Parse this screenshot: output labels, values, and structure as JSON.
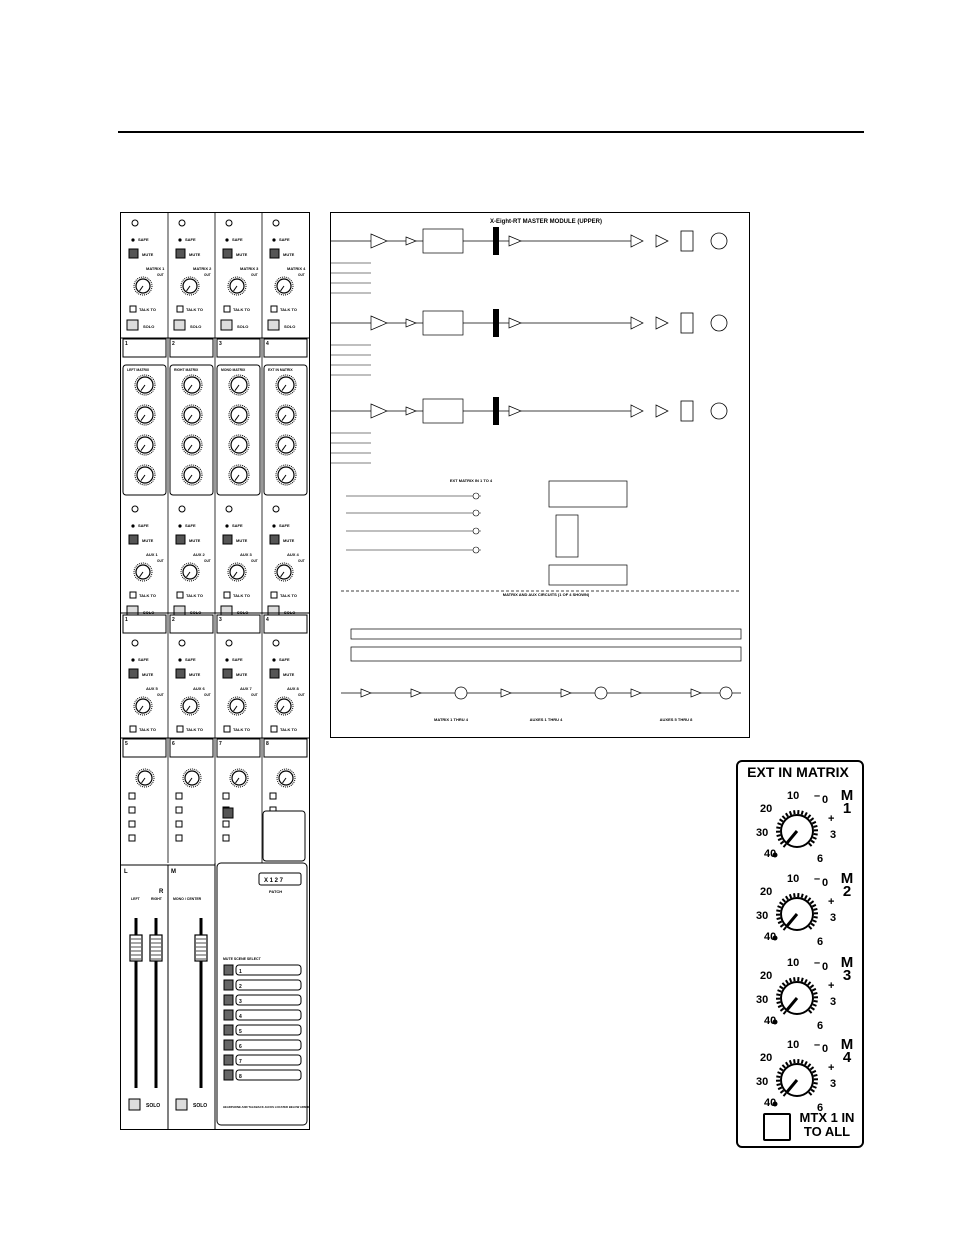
{
  "schematic": {
    "title": "X-Eight-RT MASTER MODULE (UPPER)",
    "matrix_section_label": "EXT MATRIX IN 1 TO 4",
    "lower_section_label": "MATRIX AND AUX CIRCUITS (1 OF 4 SHOWN)",
    "bottom_labels": [
      "MATRIX 1 THRU 4",
      "AUXES 1 THRU 4",
      "AUXES 5 THRU 8"
    ]
  },
  "ext_in_matrix": {
    "title": "EXT IN MATRIX",
    "knobs": [
      {
        "m": "M",
        "n": "1"
      },
      {
        "m": "M",
        "n": "2"
      },
      {
        "m": "M",
        "n": "3"
      },
      {
        "m": "M",
        "n": "4"
      }
    ],
    "scale": {
      "top": "10",
      "tl": "20",
      "ml": "30",
      "bl": "40",
      "zero": "0",
      "plus": "+",
      "three": "3",
      "six": "6",
      "dash": "–"
    },
    "button_label_1": "MTX 1 IN",
    "button_label_2": "TO ALL"
  },
  "panel": {
    "matrix_strips": [
      "MATRIX 1",
      "MATRIX 2",
      "MATRIX 3",
      "MATRIX 4"
    ],
    "matrix_heads": [
      "LEFT MATRIX",
      "RIGHT MATRIX",
      "MONO MATRIX",
      "EXT IN MATRIX"
    ],
    "channel_numbers": [
      "1",
      "2",
      "3",
      "4"
    ],
    "aux_upper": [
      "AUX 1",
      "AUX 2",
      "AUX 3",
      "AUX 4"
    ],
    "aux_lower": [
      "AUX 5",
      "AUX 6",
      "AUX 7",
      "AUX 8"
    ],
    "channel_numbers_lower": [
      "5",
      "6",
      "7",
      "8"
    ],
    "mute": "MUTE",
    "safe": "SAFE",
    "talk_to": "TALK TO",
    "solo": "SOLO",
    "out": "OUT",
    "patch": "X 1 2 7",
    "patch_label": "PATCH",
    "fader_left": "LEFT",
    "fader_right": "RIGHT",
    "fader_mono": "MONO / CENTER",
    "solo_italic": "SOLO",
    "headphone_note": "HEADPHONE AND TALKBACK JACKS LOCATED BELOW ARMREST",
    "mute_scene": "MUTE SCENE SELECT",
    "scenes": [
      "1",
      "2",
      "3",
      "4",
      "5",
      "6",
      "7",
      "8"
    ],
    "lr_labels": [
      "L",
      "M",
      "R"
    ]
  }
}
